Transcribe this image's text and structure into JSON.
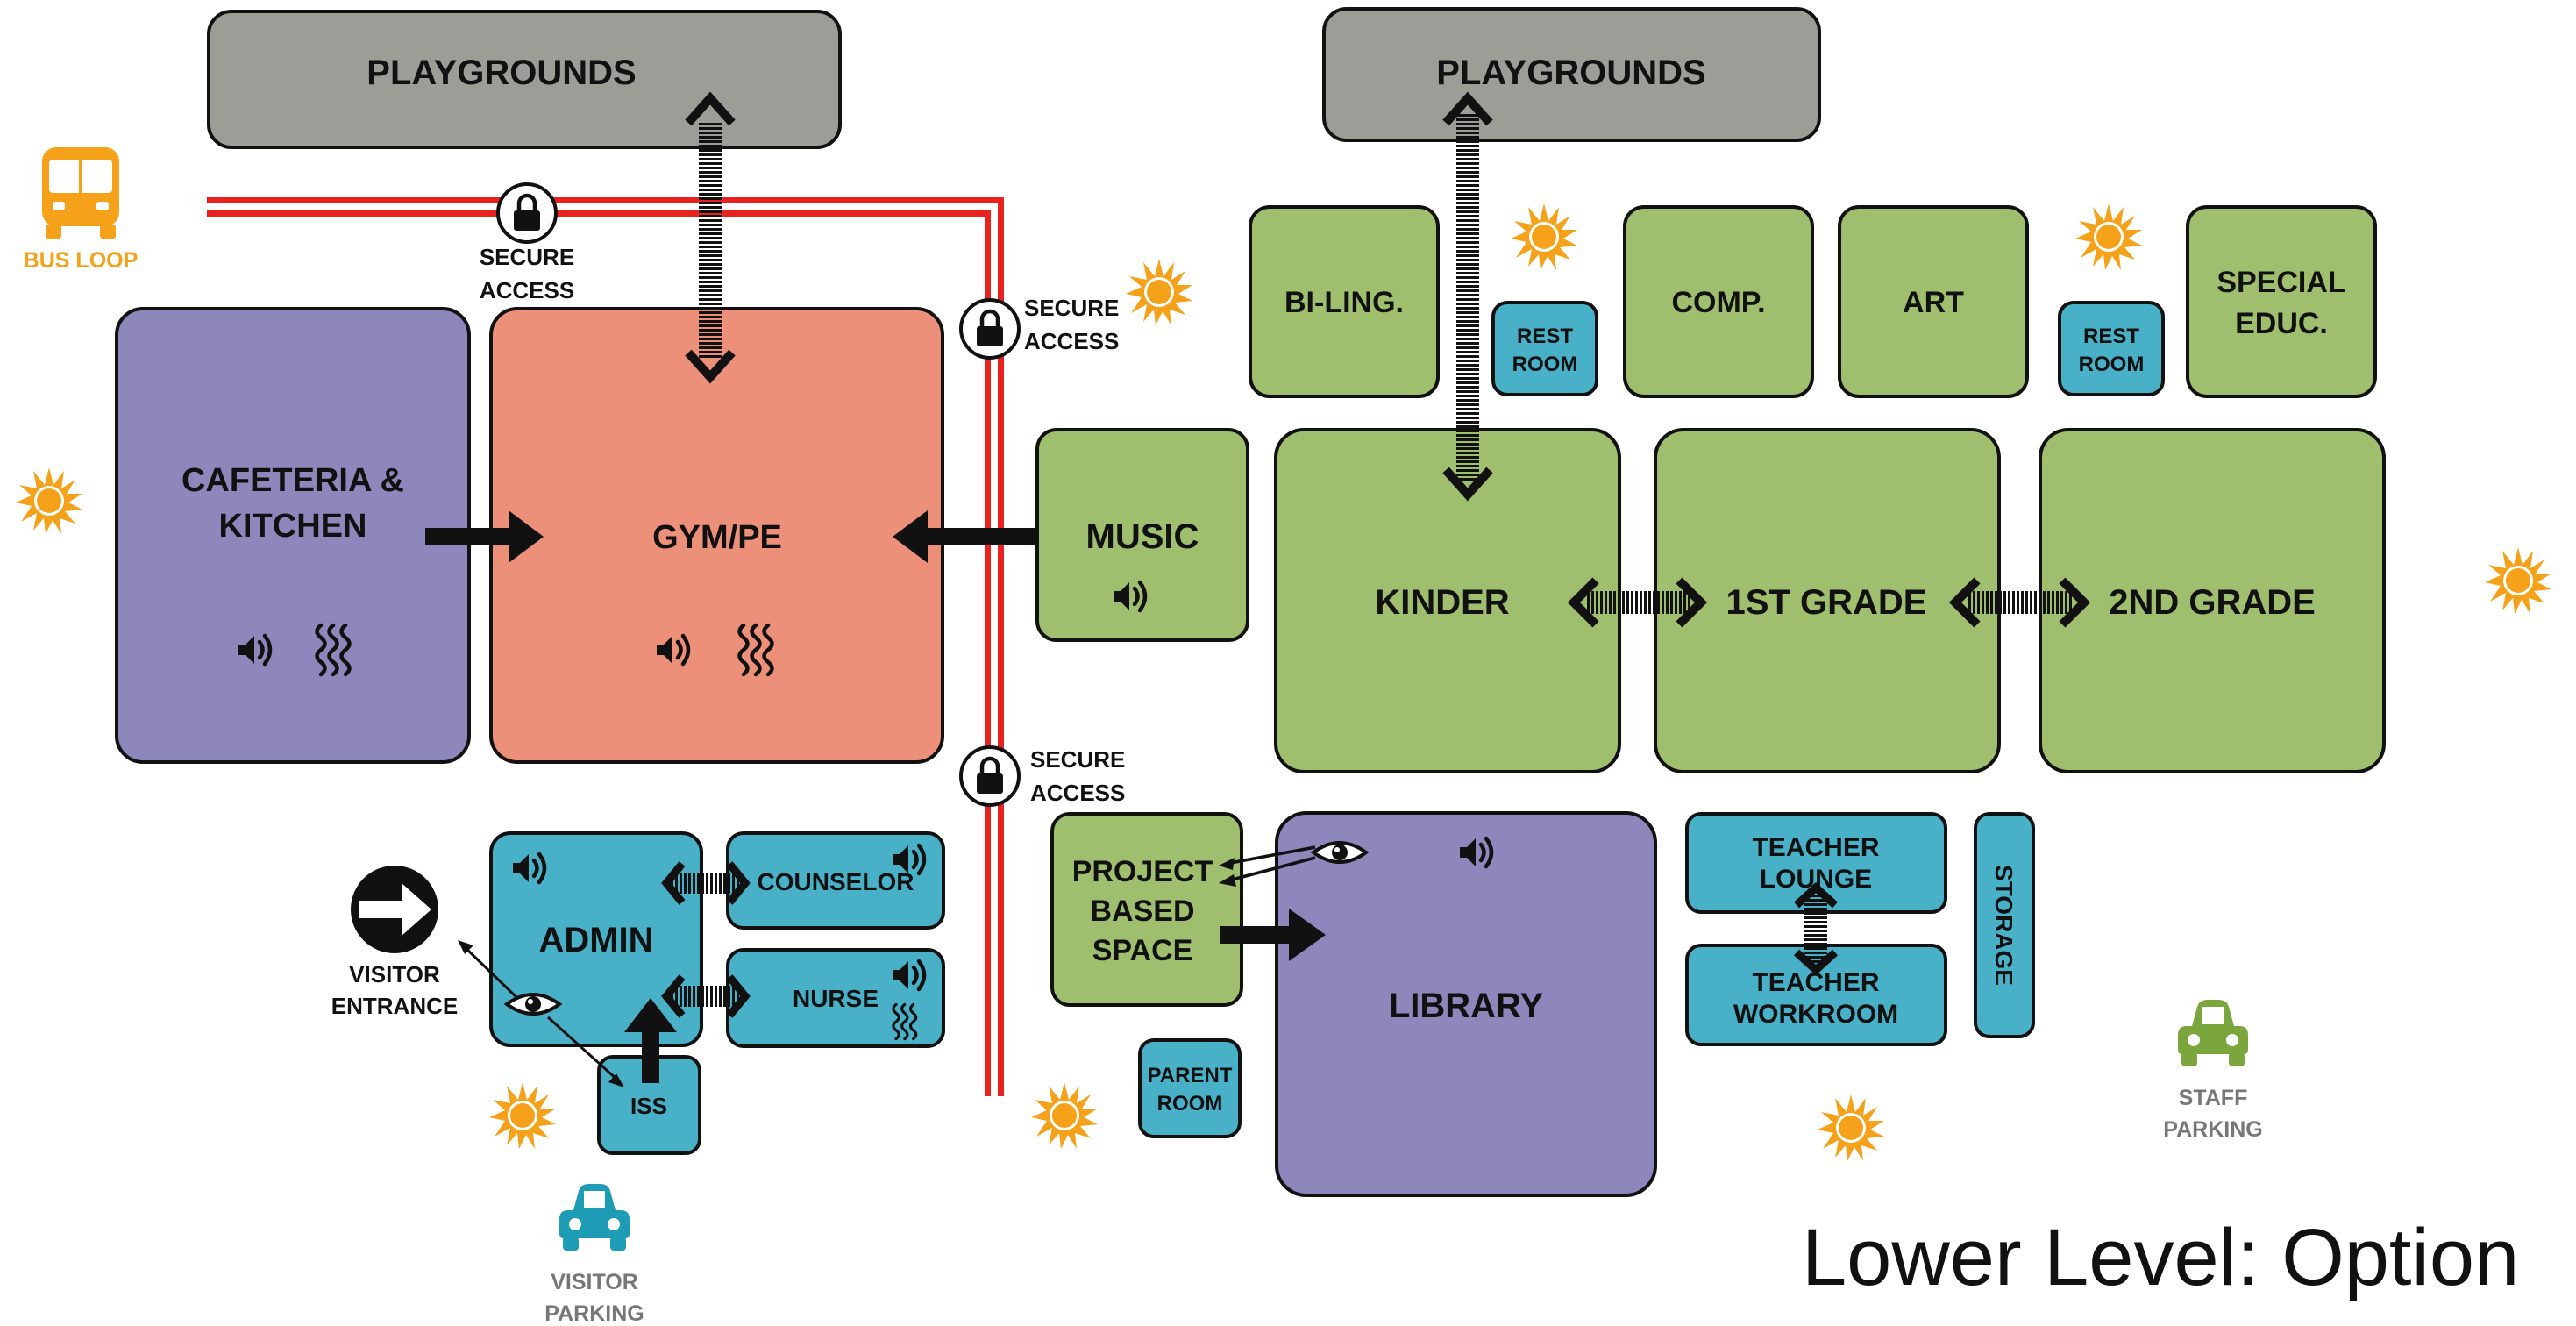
{
  "title": "Lower Level: Option",
  "colors": {
    "playground": "#9d9d97",
    "cafeteria": "#8d87bb",
    "gym": "#ec907a",
    "classroom": "#9fbe6e",
    "support": "#48b1c8",
    "library": "#8d87bb",
    "secure_line": "#e8231f",
    "bus": "#f5a21a",
    "visitor_car": "#1f9cb5",
    "staff_car": "#7ba53d",
    "sun": "#f5a21a"
  },
  "rooms": {
    "playgrounds_left": "PLAYGROUNDS",
    "playgrounds_right": "PLAYGROUNDS",
    "cafeteria_1": "CAFETERIA &",
    "cafeteria_2": "KITCHEN",
    "gym": "GYM/PE",
    "music": "MUSIC",
    "bilingual": "BI-LING.",
    "restroom_1_a": "REST",
    "restroom_1_b": "ROOM",
    "comp": "COMP.",
    "art": "ART",
    "restroom_2_a": "REST",
    "restroom_2_b": "ROOM",
    "special_1": "SPECIAL",
    "special_2": "EDUC.",
    "kinder": "KINDER",
    "first_grade": "1ST GRADE",
    "second_grade": "2ND GRADE",
    "admin": "ADMIN",
    "counselor": "COUNSELOR",
    "nurse": "NURSE",
    "iss": "ISS",
    "project_1": "PROJECT",
    "project_2": "BASED",
    "project_3": "SPACE",
    "parent_1": "PARENT",
    "parent_2": "ROOM",
    "library": "LIBRARY",
    "teacher_lounge_1": "TEACHER",
    "teacher_lounge_2": "LOUNGE",
    "teacher_workroom_1": "TEACHER",
    "teacher_workroom_2": "WORKROOM",
    "storage": "STORAGE"
  },
  "labels": {
    "bus_loop": "BUS LOOP",
    "secure_1a": "SECURE",
    "secure_1b": "ACCESS",
    "secure_2a": "SECURE",
    "secure_2b": "ACCESS",
    "secure_3a": "SECURE",
    "secure_3b": "ACCESS",
    "visitor_entrance_1": "VISITOR",
    "visitor_entrance_2": "ENTRANCE",
    "visitor_parking_1": "VISITOR",
    "visitor_parking_2": "PARKING",
    "staff_parking_1": "STAFF",
    "staff_parking_2": "PARKING"
  },
  "icons": [
    "speaker-icon",
    "heat-wave-icon",
    "lock-icon",
    "eye-icon",
    "sun-icon",
    "bus-icon",
    "car-icon",
    "entrance-arrow-icon"
  ]
}
